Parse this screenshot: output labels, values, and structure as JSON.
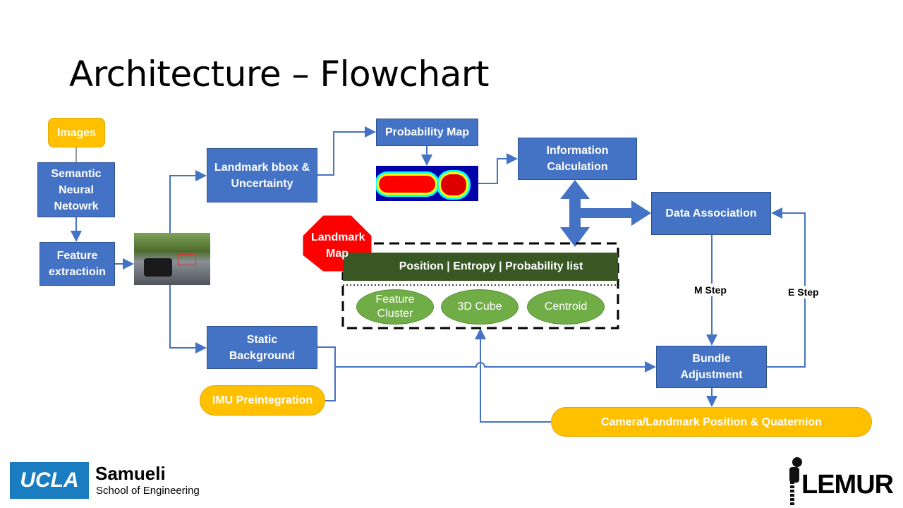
{
  "title": "Architecture – Flowchart",
  "nodes": {
    "images": "Images",
    "semantic": "Semantic Neural Netowrk",
    "feature": "Feature extractioin",
    "landmark_bbox": "Landmark bbox & Uncertainty",
    "static_bg": "Static Background",
    "imu": "IMU Preintegration",
    "prob_map": "Probability Map",
    "info_calc": "Information Calculation",
    "data_assoc": "Data Association",
    "bundle": "Bundle Adjustment",
    "camera": "Camera/Landmark Position & Quaternion"
  },
  "landmark_map": {
    "badge": "Landmark Map",
    "header": "Position | Entropy | Probability list",
    "items": [
      "Feature Cluster",
      "3D Cube",
      "Centroid"
    ]
  },
  "edge_labels": {
    "m_step": "M Step",
    "e_step": "E Step"
  },
  "logos": {
    "ucla": "UCLA",
    "samueli": "Samueli",
    "school": "School of Engineering",
    "lemur": "LEMUR"
  },
  "colors": {
    "box": "#4472C4",
    "orange": "#FFC000",
    "green": "#70AD47",
    "dark_green": "#385723",
    "red": "#FF0000"
  }
}
